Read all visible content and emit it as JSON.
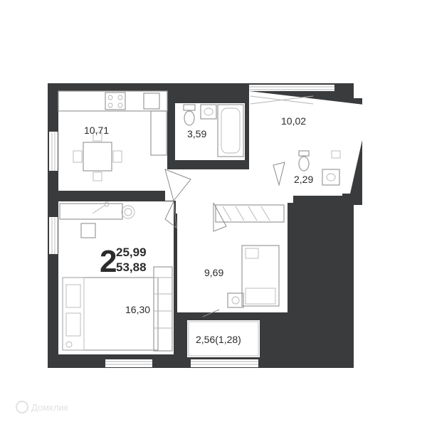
{
  "plan": {
    "rooms_count": "2",
    "living_area": "25,99",
    "total_area": "53,88",
    "rooms": {
      "kitchen": "10,71",
      "bathroom": "3,59",
      "hall": "10,02",
      "wc": "2,29",
      "living": "16,30",
      "bedroom": "9,69",
      "balcony": "2,56(1,28)"
    }
  },
  "watermark": "Домклик",
  "colors": {
    "walls": "#3a3b3d",
    "furniture": "#9a9a9a",
    "background": "#ffffff"
  }
}
